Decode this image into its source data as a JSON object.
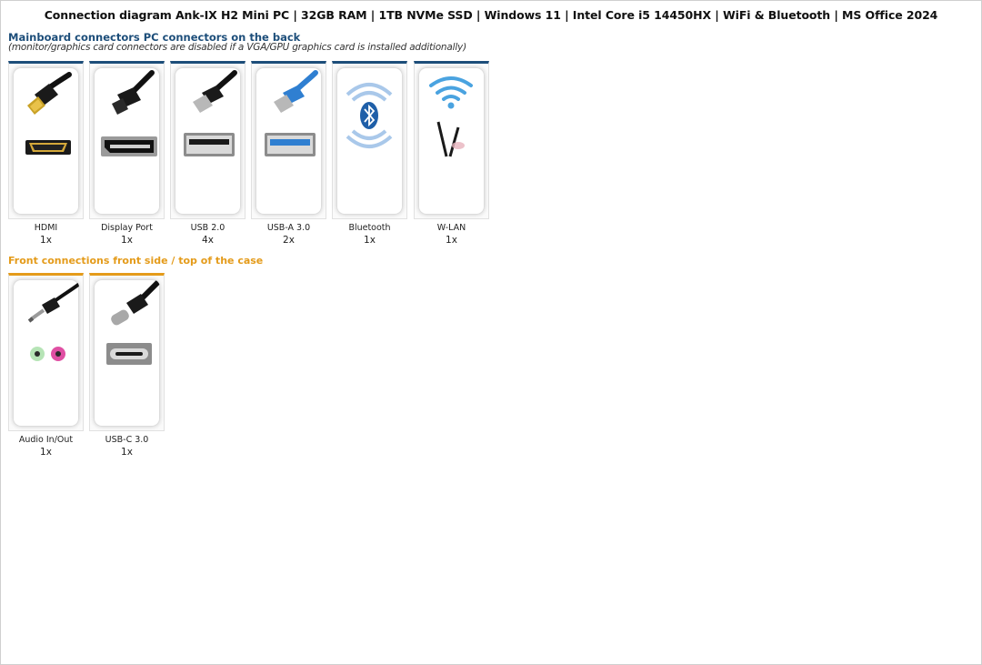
{
  "title": "Connection diagram Ank-IX H2 Mini PC | 32GB RAM | 1TB NVMe SSD | Windows 11 | Intel Core i5 14450HX | WiFi & Bluetooth | MS Office 2024",
  "section_back": {
    "heading": "Mainboard connectors PC connectors on the back",
    "note": "(monitor/graphics card connectors are disabled if a VGA/GPU graphics card is installed additionally)",
    "connectors": [
      {
        "label": "HDMI",
        "count": "1x",
        "icon": "hdmi-icon"
      },
      {
        "label": "Display Port",
        "count": "1x",
        "icon": "displayport-icon"
      },
      {
        "label": "USB 2.0",
        "count": "4x",
        "icon": "usb-2-icon"
      },
      {
        "label": "USB-A 3.0",
        "count": "2x",
        "icon": "usb-a-3-icon"
      },
      {
        "label": "Bluetooth",
        "count": "1x",
        "icon": "bluetooth-icon"
      },
      {
        "label": "W-LAN",
        "count": "1x",
        "icon": "wlan-icon"
      }
    ]
  },
  "section_front": {
    "heading": "Front connections front side / top of the case",
    "connectors": [
      {
        "label": "Audio In/Out",
        "count": "1x",
        "icon": "audio-jack-icon"
      },
      {
        "label": "USB-C 3.0",
        "count": "1x",
        "icon": "usb-c-icon"
      }
    ]
  },
  "colors": {
    "back_accent": "#1d4e7a",
    "front_accent": "#e49b1a",
    "usb3_blue": "#2f7fd1",
    "bluetooth_blue": "#1f5fa8",
    "wifi_blue": "#4aa3e0"
  }
}
